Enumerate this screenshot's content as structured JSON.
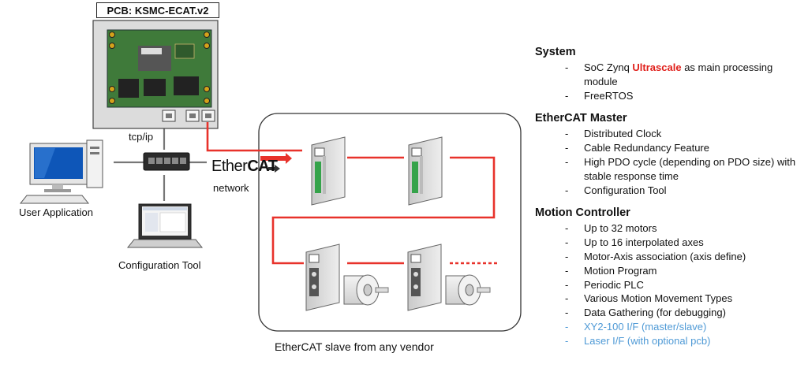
{
  "pcb": {
    "title": "PCB: KSMC-ECAT.v2"
  },
  "labels": {
    "tcpip": "tcp/ip",
    "user_application": "User Application",
    "configuration_tool": "Configuration Tool",
    "network": "network",
    "slave_caption": "EtherCAT slave from any vendor"
  },
  "logo": {
    "part1": "Ether",
    "part2": "CAT"
  },
  "colors": {
    "ethercat_line": "#e8322b",
    "highlight": "#e0201b",
    "optional_text": "#4f9ad6"
  },
  "spec": {
    "system": {
      "heading": "System",
      "item1_pre": "SoC Zynq ",
      "item1_highlight": "Ultrascale",
      "item1_post": " as main processing module",
      "item2": "FreeRTOS"
    },
    "master": {
      "heading": "EtherCAT Master",
      "items": [
        "Distributed Clock",
        "Cable Redundancy Feature",
        "High PDO cycle (depending on PDO size) with stable response time",
        "Configuration Tool"
      ]
    },
    "motion": {
      "heading": "Motion Controller",
      "items": [
        "Up to 32 motors",
        "Up to 16 interpolated axes",
        "Motor-Axis association (axis define)",
        "Motion Program",
        "Periodic PLC",
        "Various Motion Movement Types",
        "Data Gathering (for debugging)"
      ],
      "optional_items": [
        "XY2-100 I/F (master/slave)",
        "Laser I/F (with optional pcb)"
      ]
    }
  }
}
